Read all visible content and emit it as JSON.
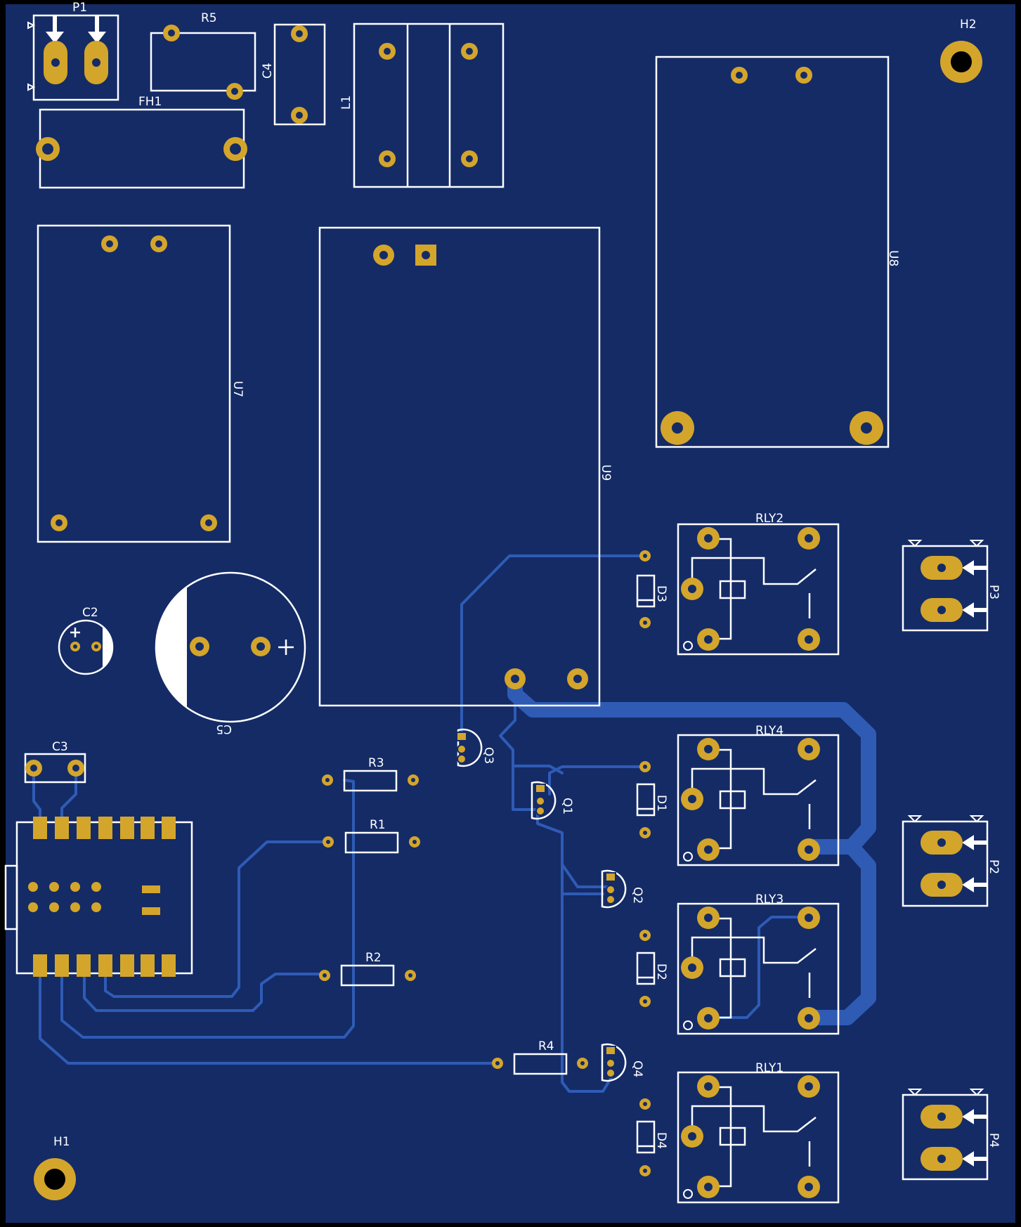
{
  "colors": {
    "background": "#000000",
    "board": "#142b66",
    "silkscreen": "#ffffff",
    "copper_pad": "#d4a52b",
    "trace": "#2f5bb5"
  },
  "labels": {
    "p1": "P1",
    "r5": "R5",
    "c4": "C4",
    "l1": "L1",
    "h2": "H2",
    "fh1": "FH1",
    "u8": "U8",
    "u7": "U7",
    "u9": "U9",
    "c2": "C2",
    "c5": "C5",
    "rly2": "RLY2",
    "d3": "D3",
    "p3": "P3",
    "rly4": "RLY4",
    "d1": "D1",
    "p2": "P2",
    "q3": "Q3",
    "q1": "Q1",
    "q2": "Q2",
    "c3": "C3",
    "r3": "R3",
    "r1": "R1",
    "r2": "R2",
    "rly3": "RLY3",
    "d2": "D2",
    "r4": "R4",
    "q4": "Q4",
    "rly1": "RLY1",
    "d4": "D4",
    "p4": "P4",
    "h1": "H1"
  }
}
